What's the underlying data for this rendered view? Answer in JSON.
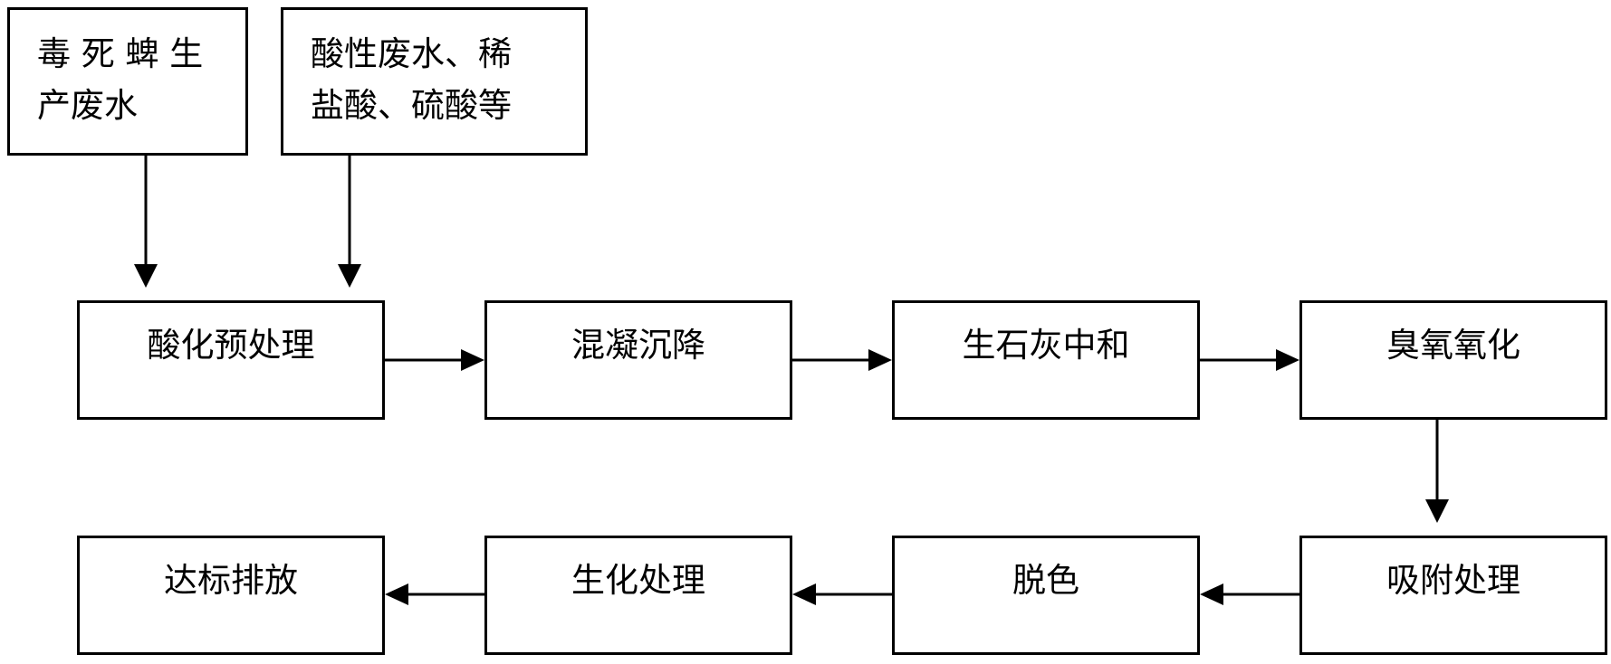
{
  "inputs": [
    {
      "line1": "毒 死 蜱 生",
      "line2": "产废水"
    },
    {
      "line1": "酸性废水、稀",
      "line2": "盐酸、硫酸等"
    }
  ],
  "row1": [
    "酸化预处理",
    "混凝沉降",
    "生石灰中和",
    "臭氧氧化"
  ],
  "row2": [
    "达标排放",
    "生化处理",
    "脱色",
    "吸附处理"
  ]
}
